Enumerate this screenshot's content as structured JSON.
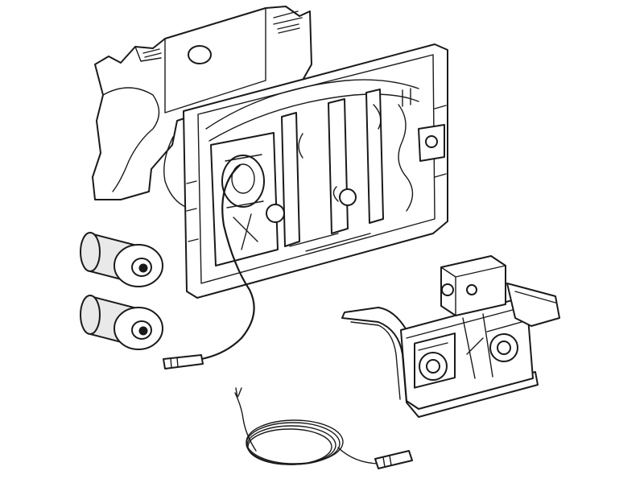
{
  "illustration": {
    "components": [
      "mounting-frame",
      "mounting-bracket",
      "battery",
      "battery",
      "control-module",
      "connection-cable"
    ]
  }
}
